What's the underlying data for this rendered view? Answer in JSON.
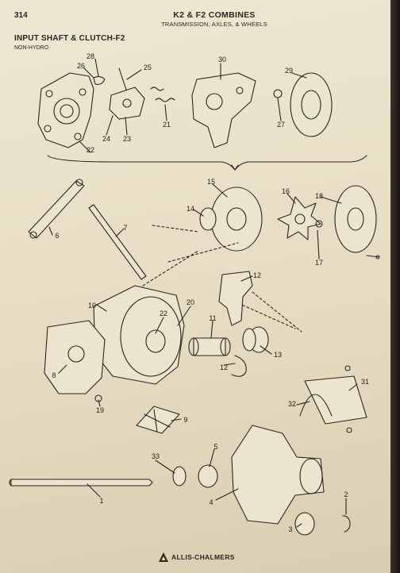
{
  "page_number": "314",
  "header": {
    "title": "K2 & F2 COMBINES",
    "subtitle": "TRANSMISSION, AXLES, & WHEELS"
  },
  "section": {
    "title": "INPUT SHAFT & CLUTCH-F2",
    "subtitle": "NON-HYDRO"
  },
  "callouts": [
    "28",
    "26",
    "25",
    "30",
    "29",
    "21",
    "27",
    "24",
    "23",
    "22",
    "15",
    "16",
    "18",
    "14",
    "6",
    "7",
    "17",
    "12",
    "10",
    "20",
    "22",
    "11",
    "8",
    "13",
    "12",
    "19",
    "9",
    "31",
    "32",
    "33",
    "5",
    "1",
    "4",
    "2",
    "3"
  ],
  "footer": {
    "brand": "ALLIS-CHALMERS"
  }
}
